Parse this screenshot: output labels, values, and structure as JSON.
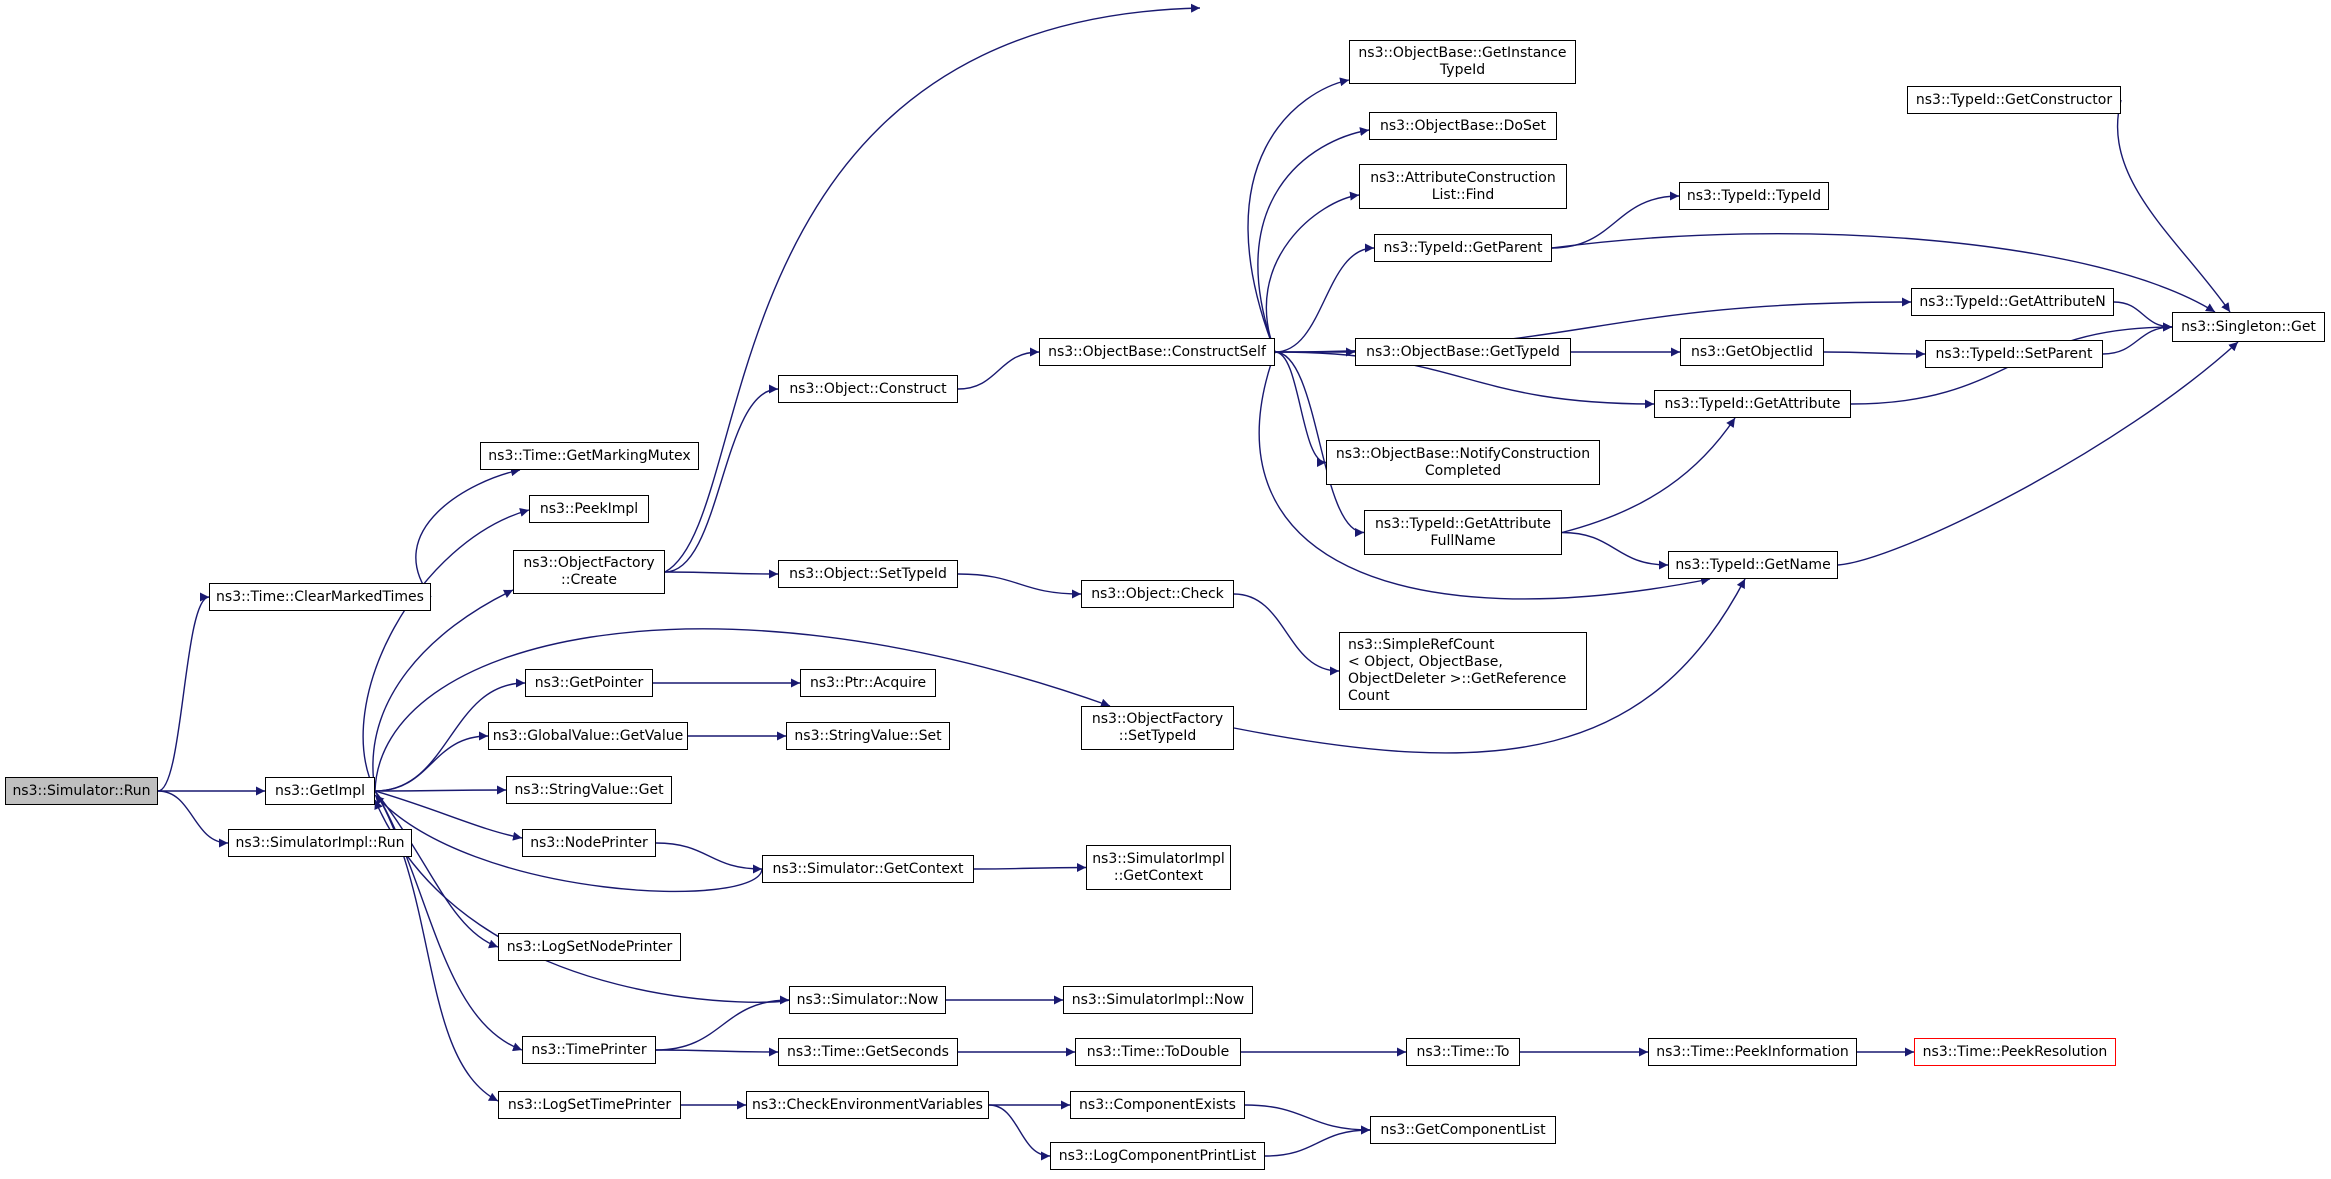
{
  "colors": {
    "edge": "#191970",
    "node_border": "#000000",
    "root_fill": "#bfbfbf",
    "highlight_border": "#ff0000"
  },
  "nodes": [
    {
      "id": "sim_run",
      "label": "ns3::Simulator::Run",
      "style": "root"
    },
    {
      "id": "clear_marked",
      "label": "ns3::Time::ClearMarkedTimes"
    },
    {
      "id": "getimpl",
      "label": "ns3::GetImpl"
    },
    {
      "id": "simimpl_run",
      "label": "ns3::SimulatorImpl::Run"
    },
    {
      "id": "marking_mutex",
      "label": "ns3::Time::GetMarkingMutex"
    },
    {
      "id": "peekimpl",
      "label": "ns3::PeekImpl"
    },
    {
      "id": "objfactory_create",
      "label": "ns3::ObjectFactory\n::Create"
    },
    {
      "id": "getpointer",
      "label": "ns3::GetPointer"
    },
    {
      "id": "globalvalue_getvalue",
      "label": "ns3::GlobalValue::GetValue"
    },
    {
      "id": "stringvalue_get",
      "label": "ns3::StringValue::Get"
    },
    {
      "id": "nodeprinter",
      "label": "ns3::NodePrinter"
    },
    {
      "id": "logsetnodeprinter",
      "label": "ns3::LogSetNodePrinter"
    },
    {
      "id": "timeprinter",
      "label": "ns3::TimePrinter"
    },
    {
      "id": "logsettimeprinter",
      "label": "ns3::LogSetTimePrinter"
    },
    {
      "id": "object_construct",
      "label": "ns3::Object::Construct"
    },
    {
      "id": "object_settypeid",
      "label": "ns3::Object::SetTypeId"
    },
    {
      "id": "ptr_acquire",
      "label": "ns3::Ptr::Acquire"
    },
    {
      "id": "stringvalue_set",
      "label": "ns3::StringValue::Set"
    },
    {
      "id": "sim_getcontext",
      "label": "ns3::Simulator::GetContext"
    },
    {
      "id": "sim_now",
      "label": "ns3::Simulator::Now"
    },
    {
      "id": "time_getseconds",
      "label": "ns3::Time::GetSeconds"
    },
    {
      "id": "checkenv",
      "label": "ns3::CheckEnvironmentVariables"
    },
    {
      "id": "objbase_constructself",
      "label": "ns3::ObjectBase::ConstructSelf"
    },
    {
      "id": "object_check",
      "label": "ns3::Object::Check"
    },
    {
      "id": "objfactory_settypeid",
      "label": "ns3::ObjectFactory\n::SetTypeId"
    },
    {
      "id": "simimpl_getcontext",
      "label": "ns3::SimulatorImpl\n::GetContext"
    },
    {
      "id": "simimpl_now",
      "label": "ns3::SimulatorImpl::Now"
    },
    {
      "id": "time_todouble",
      "label": "ns3::Time::ToDouble"
    },
    {
      "id": "componentexists",
      "label": "ns3::ComponentExists"
    },
    {
      "id": "logcomponentprintlist",
      "label": "ns3::LogComponentPrintList"
    },
    {
      "id": "objbase_getinstancetypeid",
      "label": "ns3::ObjectBase::GetInstance\nTypeId"
    },
    {
      "id": "objbase_doset",
      "label": "ns3::ObjectBase::DoSet"
    },
    {
      "id": "attrconstructionlist_find",
      "label": "ns3::AttributeConstruction\nList::Find"
    },
    {
      "id": "typeid_getparent",
      "label": "ns3::TypeId::GetParent"
    },
    {
      "id": "objbase_gettypeid",
      "label": "ns3::ObjectBase::GetTypeId"
    },
    {
      "id": "objbase_notifyconstructioncompleted",
      "label": "ns3::ObjectBase::NotifyConstruction\nCompleted"
    },
    {
      "id": "typeid_getattributefullname",
      "label": "ns3::TypeId::GetAttribute\nFullName"
    },
    {
      "id": "simplerefcount",
      "label": "ns3::SimpleRefCount\n< Object, ObjectBase,\n ObjectDeleter >::GetReference\nCount",
      "style": "left"
    },
    {
      "id": "time_to",
      "label": "ns3::Time::To"
    },
    {
      "id": "getcomponentlist",
      "label": "ns3::GetComponentList"
    },
    {
      "id": "typeid_typeid",
      "label": "ns3::TypeId::TypeId"
    },
    {
      "id": "getobjectiid",
      "label": "ns3::GetObjectIid"
    },
    {
      "id": "typeid_getattribute",
      "label": "ns3::TypeId::GetAttribute"
    },
    {
      "id": "typeid_getname",
      "label": "ns3::TypeId::GetName"
    },
    {
      "id": "time_peekinformation",
      "label": "ns3::Time::PeekInformation"
    },
    {
      "id": "typeid_getconstructor",
      "label": "ns3::TypeId::GetConstructor"
    },
    {
      "id": "typeid_getattributen",
      "label": "ns3::TypeId::GetAttributeN"
    },
    {
      "id": "typeid_setparent",
      "label": "ns3::TypeId::SetParent"
    },
    {
      "id": "time_peekresolution",
      "label": "ns3::Time::PeekResolution",
      "style": "alert"
    },
    {
      "id": "singleton_get",
      "label": "ns3::Singleton::Get"
    }
  ],
  "edges": [
    [
      "sim_run",
      "clear_marked"
    ],
    [
      "sim_run",
      "getimpl"
    ],
    [
      "sim_run",
      "simimpl_run"
    ],
    [
      "clear_marked",
      "marking_mutex"
    ],
    [
      "getimpl",
      "peekimpl"
    ],
    [
      "getimpl",
      "objfactory_create"
    ],
    [
      "getimpl",
      "objfactory_settypeid"
    ],
    [
      "getimpl",
      "getpointer"
    ],
    [
      "getimpl",
      "globalvalue_getvalue"
    ],
    [
      "getimpl",
      "stringvalue_get"
    ],
    [
      "getimpl",
      "nodeprinter"
    ],
    [
      "getimpl",
      "logsetnodeprinter"
    ],
    [
      "getimpl",
      "timeprinter"
    ],
    [
      "getimpl",
      "logsettimeprinter"
    ],
    [
      "sim_getcontext",
      "getimpl"
    ],
    [
      "sim_now",
      "getimpl"
    ],
    [
      "objfactory_create",
      "object_construct"
    ],
    [
      "objfactory_create",
      "object_settypeid"
    ],
    [
      "objfactory_create",
      "typeid_getconstructor"
    ],
    [
      "getpointer",
      "ptr_acquire"
    ],
    [
      "globalvalue_getvalue",
      "stringvalue_set"
    ],
    [
      "nodeprinter",
      "sim_getcontext"
    ],
    [
      "timeprinter",
      "sim_now"
    ],
    [
      "timeprinter",
      "time_getseconds"
    ],
    [
      "logsettimeprinter",
      "checkenv"
    ],
    [
      "object_construct",
      "objbase_constructself"
    ],
    [
      "object_settypeid",
      "object_check"
    ],
    [
      "sim_getcontext",
      "simimpl_getcontext"
    ],
    [
      "sim_now",
      "simimpl_now"
    ],
    [
      "time_getseconds",
      "time_todouble"
    ],
    [
      "checkenv",
      "componentexists"
    ],
    [
      "checkenv",
      "logcomponentprintlist"
    ],
    [
      "objbase_constructself",
      "objbase_getinstancetypeid"
    ],
    [
      "objbase_constructself",
      "objbase_doset"
    ],
    [
      "objbase_constructself",
      "attrconstructionlist_find"
    ],
    [
      "objbase_constructself",
      "typeid_getparent"
    ],
    [
      "objbase_constructself",
      "typeid_getattributen"
    ],
    [
      "objbase_constructself",
      "objbase_gettypeid"
    ],
    [
      "objbase_constructself",
      "typeid_getattribute"
    ],
    [
      "objbase_constructself",
      "objbase_notifyconstructioncompleted"
    ],
    [
      "objbase_constructself",
      "typeid_getattributefullname"
    ],
    [
      "objbase_constructself",
      "typeid_getname"
    ],
    [
      "object_check",
      "simplerefcount"
    ],
    [
      "objfactory_settypeid",
      "typeid_getname"
    ],
    [
      "time_todouble",
      "time_to"
    ],
    [
      "componentexists",
      "getcomponentlist"
    ],
    [
      "logcomponentprintlist",
      "getcomponentlist"
    ],
    [
      "typeid_getparent",
      "typeid_typeid"
    ],
    [
      "typeid_getparent",
      "singleton_get"
    ],
    [
      "objbase_gettypeid",
      "getobjectiid"
    ],
    [
      "typeid_getattributefullname",
      "typeid_getattribute"
    ],
    [
      "typeid_getattributefullname",
      "typeid_getname"
    ],
    [
      "time_to",
      "time_peekinformation"
    ],
    [
      "getobjectiid",
      "typeid_setparent"
    ],
    [
      "typeid_getattribute",
      "singleton_get"
    ],
    [
      "typeid_getname",
      "singleton_get"
    ],
    [
      "time_peekinformation",
      "time_peekresolution"
    ],
    [
      "typeid_getconstructor",
      "singleton_get"
    ],
    [
      "typeid_getattributen",
      "singleton_get"
    ],
    [
      "typeid_setparent",
      "singleton_get"
    ]
  ]
}
